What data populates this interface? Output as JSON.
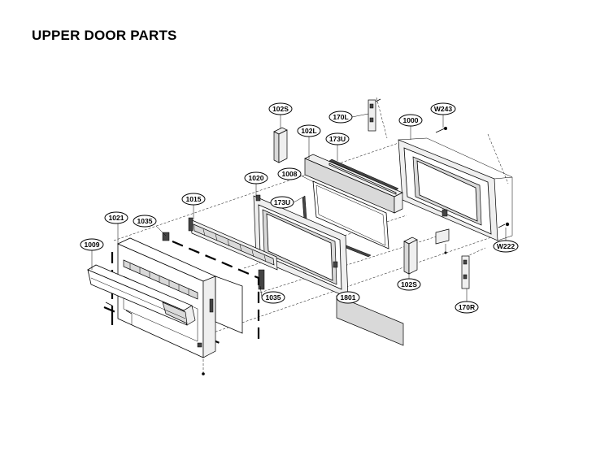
{
  "title": "UPPER DOOR PARTS",
  "labels": {
    "p102S_top": "102S",
    "p170L": "170L",
    "pW243": "W243",
    "p1000": "1000",
    "p102L": "102L",
    "p173U_top": "173U",
    "p1008": "1008",
    "p1020": "1020",
    "p173U_mid": "173U",
    "p1015": "1015",
    "p1021": "1021",
    "p1035_top": "1035",
    "p1009": "1009",
    "pW222": "W222",
    "p102S_bottom": "102S",
    "p1035_bottom": "1035",
    "p1801": "1801",
    "p170R": "170R"
  }
}
